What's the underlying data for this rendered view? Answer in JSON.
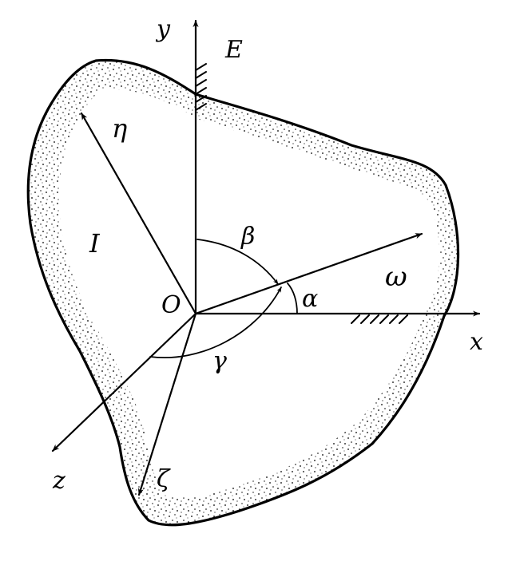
{
  "diagram": {
    "labels": {
      "y": "y",
      "x": "x",
      "z": "z",
      "origin": "O",
      "e": "E",
      "eta": "η",
      "zeta": "ζ",
      "body": "I",
      "alpha": "α",
      "beta": "β",
      "gamma": "γ",
      "omega": "ω"
    }
  }
}
